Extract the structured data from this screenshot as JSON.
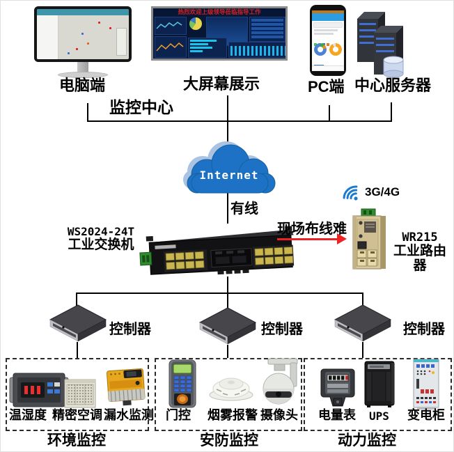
{
  "monitoring_center": {
    "label": "监控中心",
    "computer_label": "电脑端",
    "bigscreen_label": "大屏幕展示",
    "bigscreen_banner": "热烈欢迎上级领导莅临指导工作",
    "mobile_label": "PC端",
    "server_label": "中心服务器"
  },
  "network": {
    "internet_label": "Internet",
    "wired_label": "有线",
    "switch_model": "WS2024-24T",
    "switch_name": "工业交换机",
    "field_wiring_note": "现场布线难",
    "wireless_label": "3G/4G",
    "router_model": "WR215",
    "router_name_line1": "工业路由",
    "router_name_line2": "器"
  },
  "controllers": [
    {
      "label": "控制器"
    },
    {
      "label": "控制器"
    },
    {
      "label": "控制器"
    }
  ],
  "groups": [
    {
      "title": "环境监控",
      "devices": [
        {
          "label": "温湿度"
        },
        {
          "label": "精密空调"
        },
        {
          "label": "漏水监测"
        }
      ]
    },
    {
      "title": "安防监控",
      "devices": [
        {
          "label": "门控"
        },
        {
          "label": "烟雾报警"
        },
        {
          "label": "摄像头"
        }
      ]
    },
    {
      "title": "动力监控",
      "devices": [
        {
          "label": "电量表"
        },
        {
          "label": "UPS"
        },
        {
          "label": "变电柜"
        }
      ]
    }
  ],
  "colors": {
    "cloud_blue": "#1d72c6",
    "cloud_shadow": "#aac3e2",
    "arrow_red": "#ee2222",
    "wifi_blue": "#1a7ad0",
    "line": "#000000"
  }
}
